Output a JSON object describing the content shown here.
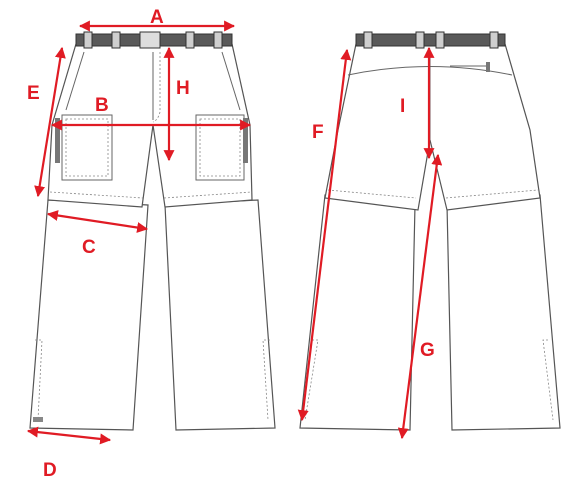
{
  "labels": {
    "a": "A",
    "b": "B",
    "c": "C",
    "d": "D",
    "e": "E",
    "f": "F",
    "g": "G",
    "h": "H",
    "i": "I"
  },
  "colors": {
    "measure": "#e01b24",
    "outline": "#555555",
    "belt": "#5a5a5a"
  }
}
